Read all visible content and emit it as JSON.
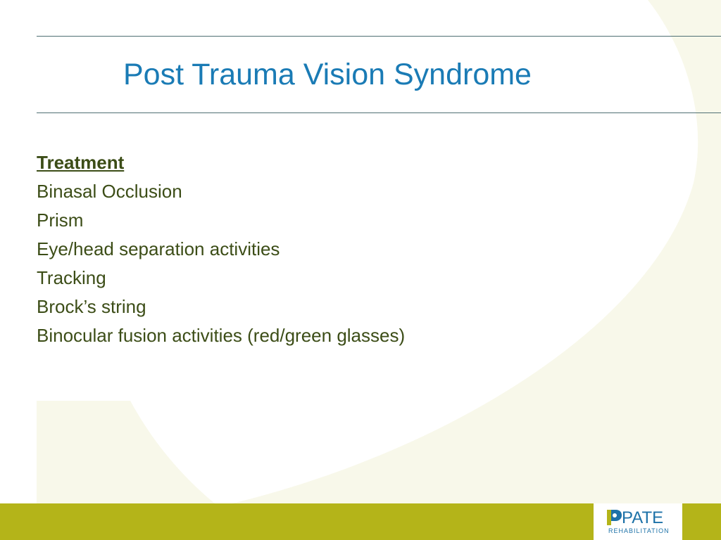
{
  "slide": {
    "title": "Post Trauma Vision Syndrome",
    "heading": "Treatment",
    "items": [
      "Binasal Occlusion",
      "Prism",
      "Eye/head separation activities",
      "Tracking",
      "Brock’s string",
      "Binocular fusion activities (red/green glasses)"
    ]
  },
  "logo": {
    "name": "PATE",
    "subtitle": "REHABILITATION"
  },
  "colors": {
    "title": "#1a7bb5",
    "body_text": "#3c4d17",
    "footer_bar": "#b4b419",
    "background_shape": "#f8f8ea",
    "rule": "#4f6f73"
  }
}
